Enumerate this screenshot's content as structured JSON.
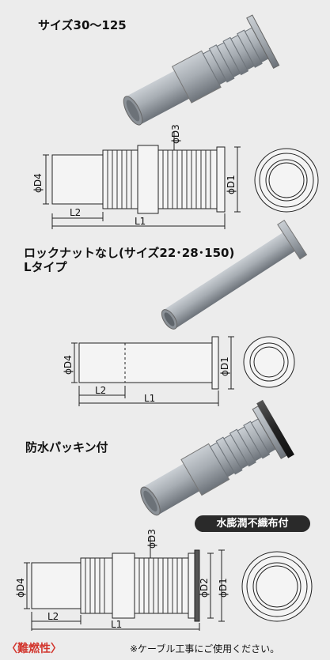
{
  "sections": [
    {
      "title": "サイズ30〜125"
    },
    {
      "title_line1": "ロックナットなし(サイズ22･28･150)",
      "title_line2": "Lタイプ"
    },
    {
      "title": "防水パッキン付",
      "badge": "水膨潤不織布付"
    }
  ],
  "dimensions": {
    "d1": "ϕD1",
    "d2": "ϕD2",
    "d3": "ϕD3",
    "d4": "ϕD4",
    "l1": "L1",
    "l2": "L2"
  },
  "footer": {
    "left": "〈難燃性〉",
    "right": "※ケーブル工事にご使用ください。"
  },
  "colors": {
    "background": "#ececec",
    "pipe": "#9aa1a8",
    "accent": "#d2342c",
    "badge": "#2a2a2a"
  }
}
